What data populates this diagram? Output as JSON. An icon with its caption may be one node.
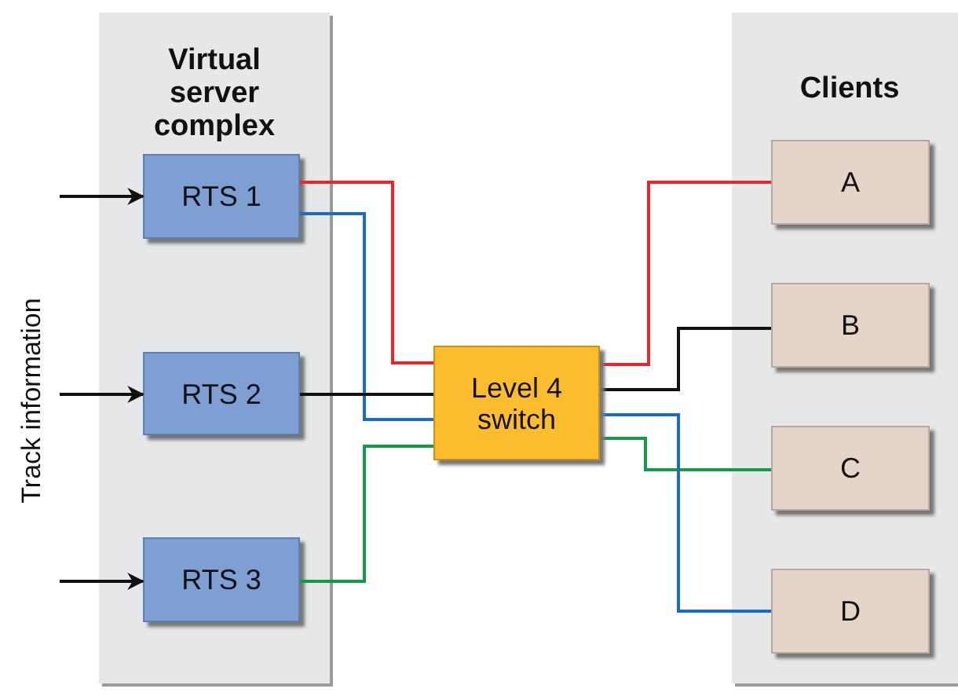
{
  "diagram": {
    "nodes": [
      {
        "text": [
          "Virtual server complex"
        ]
      },
      {
        "text": [
          "RTS 1"
        ],
        "in": 0
      },
      {
        "text": [
          "RTS 2"
        ],
        "in": 0
      },
      {
        "text": [
          "RTS 3"
        ],
        "in": 0
      },
      {
        "text": [
          "Level 4 switch"
        ]
      },
      {
        "text": [
          "Clients"
        ]
      },
      {
        "text": [
          "A"
        ],
        "in": 5
      },
      {
        "text": [
          "B"
        ],
        "in": 5
      },
      {
        "text": [
          "C"
        ],
        "in": 5
      },
      {
        "text": [
          "D"
        ],
        "in": 5
      }
    ],
    "edges": [
      {
        "from": null,
        "to": 1,
        "arrow": "to"
      },
      {
        "from": null,
        "to": 2,
        "arrow": "to"
      },
      {
        "from": null,
        "to": 3,
        "arrow": "to"
      },
      {
        "from": 1,
        "to": 4,
        "arrow": "none",
        "color": "#e8262c"
      },
      {
        "from": 1,
        "to": 4,
        "arrow": "none",
        "color": "#1a6cc0"
      },
      {
        "from": 2,
        "to": 4,
        "arrow": "none"
      },
      {
        "from": 3,
        "to": 4,
        "arrow": "none",
        "color": "#13994a"
      },
      {
        "from": 4,
        "to": 6,
        "arrow": "none",
        "color": "#e8262c"
      },
      {
        "from": 4,
        "to": 7,
        "arrow": "none"
      },
      {
        "from": 4,
        "to": 8,
        "arrow": "none",
        "color": "#13994a"
      },
      {
        "from": 4,
        "to": 9,
        "arrow": "none",
        "color": "#1a6cc0"
      }
    ],
    "labels": [
      "Track information"
    ]
  }
}
